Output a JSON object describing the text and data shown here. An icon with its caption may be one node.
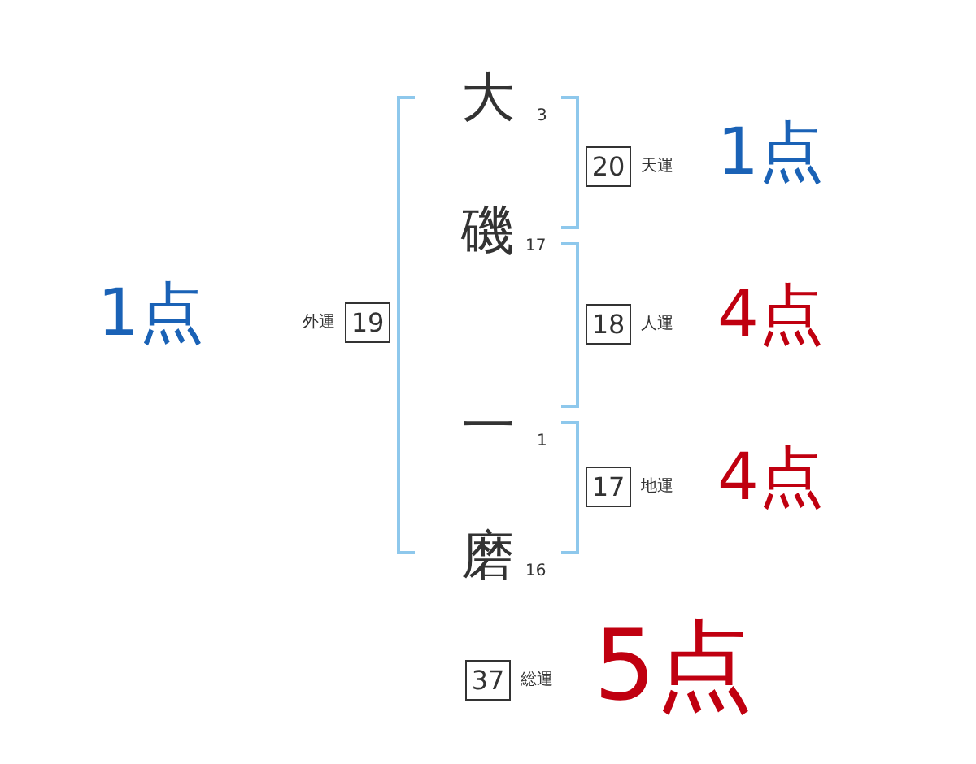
{
  "diagram": {
    "nodes": [
      {
        "text": [
          "20"
        ],
        "beside": [
          "天運"
        ]
      },
      {
        "text": [
          "19"
        ],
        "beside": [
          "外運"
        ]
      },
      {
        "text": [
          "18"
        ],
        "beside": [
          "人運"
        ]
      },
      {
        "text": [
          "17"
        ],
        "beside": [
          "地運"
        ]
      },
      {
        "text": [
          "37"
        ],
        "beside": [
          "総運"
        ]
      }
    ],
    "labels": [
      "大",
      "3",
      "1点",
      "磯",
      "17",
      "1点",
      "4点",
      "一",
      "1",
      "4点",
      "磨",
      "16",
      "5点"
    ]
  }
}
